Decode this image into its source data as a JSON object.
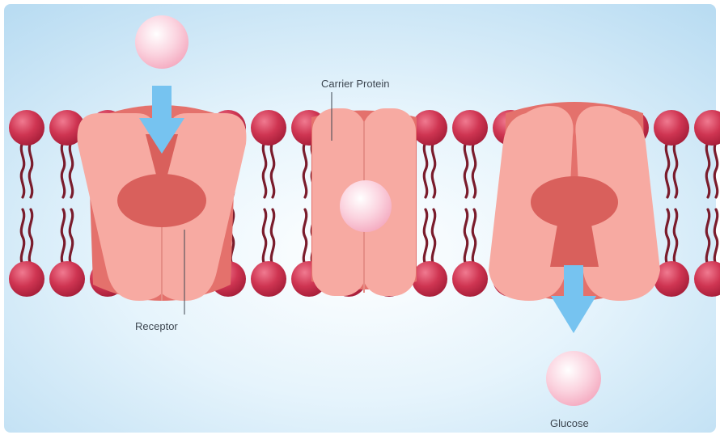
{
  "labels": {
    "carrier_protein": "Carrier Protein",
    "receptor": "Receptor",
    "glucose": "Glucose"
  },
  "colors": {
    "background_center": "#ffffff",
    "background_edge": "#b9dcf2",
    "lipid_head": "#c8324e",
    "lipid_tail": "#7a1c2c",
    "protein_body": "#e4716c",
    "protein_lobe": "#f7aaa2",
    "protein_core": "#d9605c",
    "glucose": "#f9c8d8",
    "arrow": "#76c3f0"
  },
  "icons": {
    "arrow_in": "arrow-down-icon",
    "arrow_out": "arrow-down-icon"
  }
}
